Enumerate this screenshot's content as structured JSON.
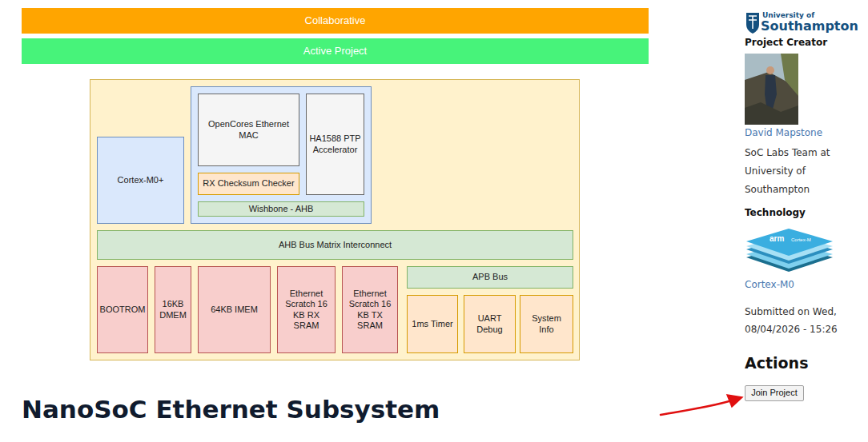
{
  "diagram": {
    "title": "NanoSoC Ethernet Subsystem",
    "nodes": [
      {
        "text": [
          "Collaborative"
        ]
      },
      {
        "text": [
          "Active Project"
        ]
      },
      {
        "text": [
          "Cortex-M0+"
        ]
      },
      {
        "text": [
          "OpenCores Ethernet MAC"
        ]
      },
      {
        "text": [
          "HA1588 PTP Accelerator"
        ]
      },
      {
        "text": [
          "RX Checksum Checker"
        ]
      },
      {
        "text": [
          "Wishbone - AHB"
        ]
      },
      {
        "text": [
          "AHB Bus Matrix Interconnect"
        ]
      },
      {
        "text": [
          "BOOTROM"
        ]
      },
      {
        "text": [
          "16KB DMEM"
        ]
      },
      {
        "text": [
          "64KB IMEM"
        ]
      },
      {
        "text": [
          "Ethernet Scratch 16 KB RX SRAM"
        ]
      },
      {
        "text": [
          "Ethernet Scratch 16 KB TX SRAM"
        ]
      },
      {
        "text": [
          "APB Bus"
        ]
      },
      {
        "text": [
          "1ms Timer"
        ]
      },
      {
        "text": [
          "UART Debug"
        ]
      },
      {
        "text": [
          "System Info"
        ]
      },
      {
        "text": [
          "Join Project"
        ]
      }
    ],
    "labels": [
      "University of",
      "Southampton",
      "Project Creator",
      "David Mapstone",
      "SoC Labs Team at University of Southampton",
      "Technology",
      "arm",
      "Cortex-M",
      "Cortex-M0",
      "Submitted on Wed, 08/04/2026 - 15:26",
      "Actions"
    ]
  }
}
